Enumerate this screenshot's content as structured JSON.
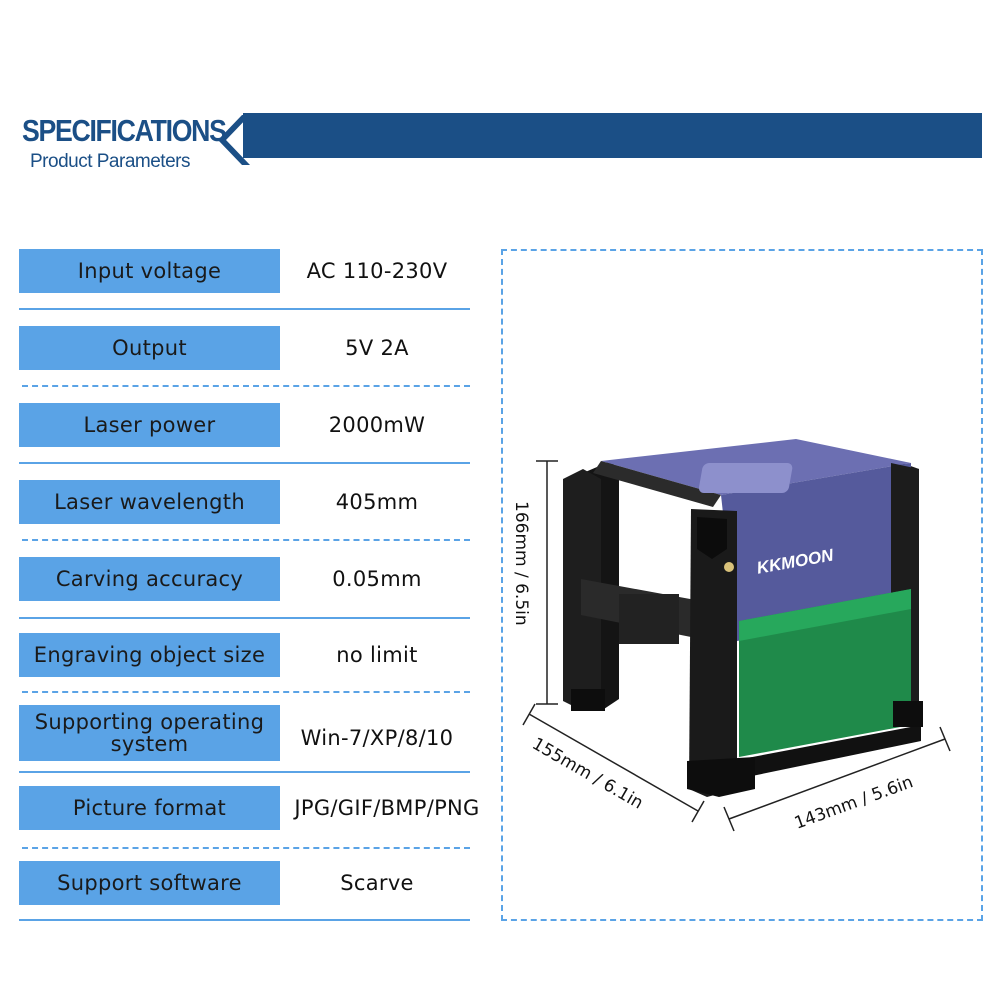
{
  "header": {
    "title": "SPECIFICATIONS",
    "subtitle": "Product Parameters",
    "accent_color": "#1b4f86"
  },
  "specs": [
    {
      "label": "Input voltage",
      "value": "AC 110-230V"
    },
    {
      "label": "Output",
      "value": "5V 2A"
    },
    {
      "label": "Laser power",
      "value": "2000mW"
    },
    {
      "label": "Laser wavelength",
      "value": "405mm"
    },
    {
      "label": "Carving accuracy",
      "value": "0.05mm"
    },
    {
      "label": "Engraving object size",
      "value": "no limit"
    },
    {
      "label": "Supporting operating system",
      "value": "Win-7/XP/8/10"
    },
    {
      "label": "Picture format",
      "value": "JPG/GIF/BMP/PNG"
    },
    {
      "label": "Support software",
      "value": "Scarve"
    }
  ],
  "product": {
    "brand": "KKMOON",
    "dimensions": {
      "height": "166mm / 6.5in",
      "depth": "155mm / 6.1in",
      "width": "143mm / 5.6in"
    },
    "colors": {
      "body": "#1a1a1a",
      "lid": "#5a5fa0",
      "window": "#1f8a4a",
      "label_fill": "#5aa3e6"
    }
  }
}
